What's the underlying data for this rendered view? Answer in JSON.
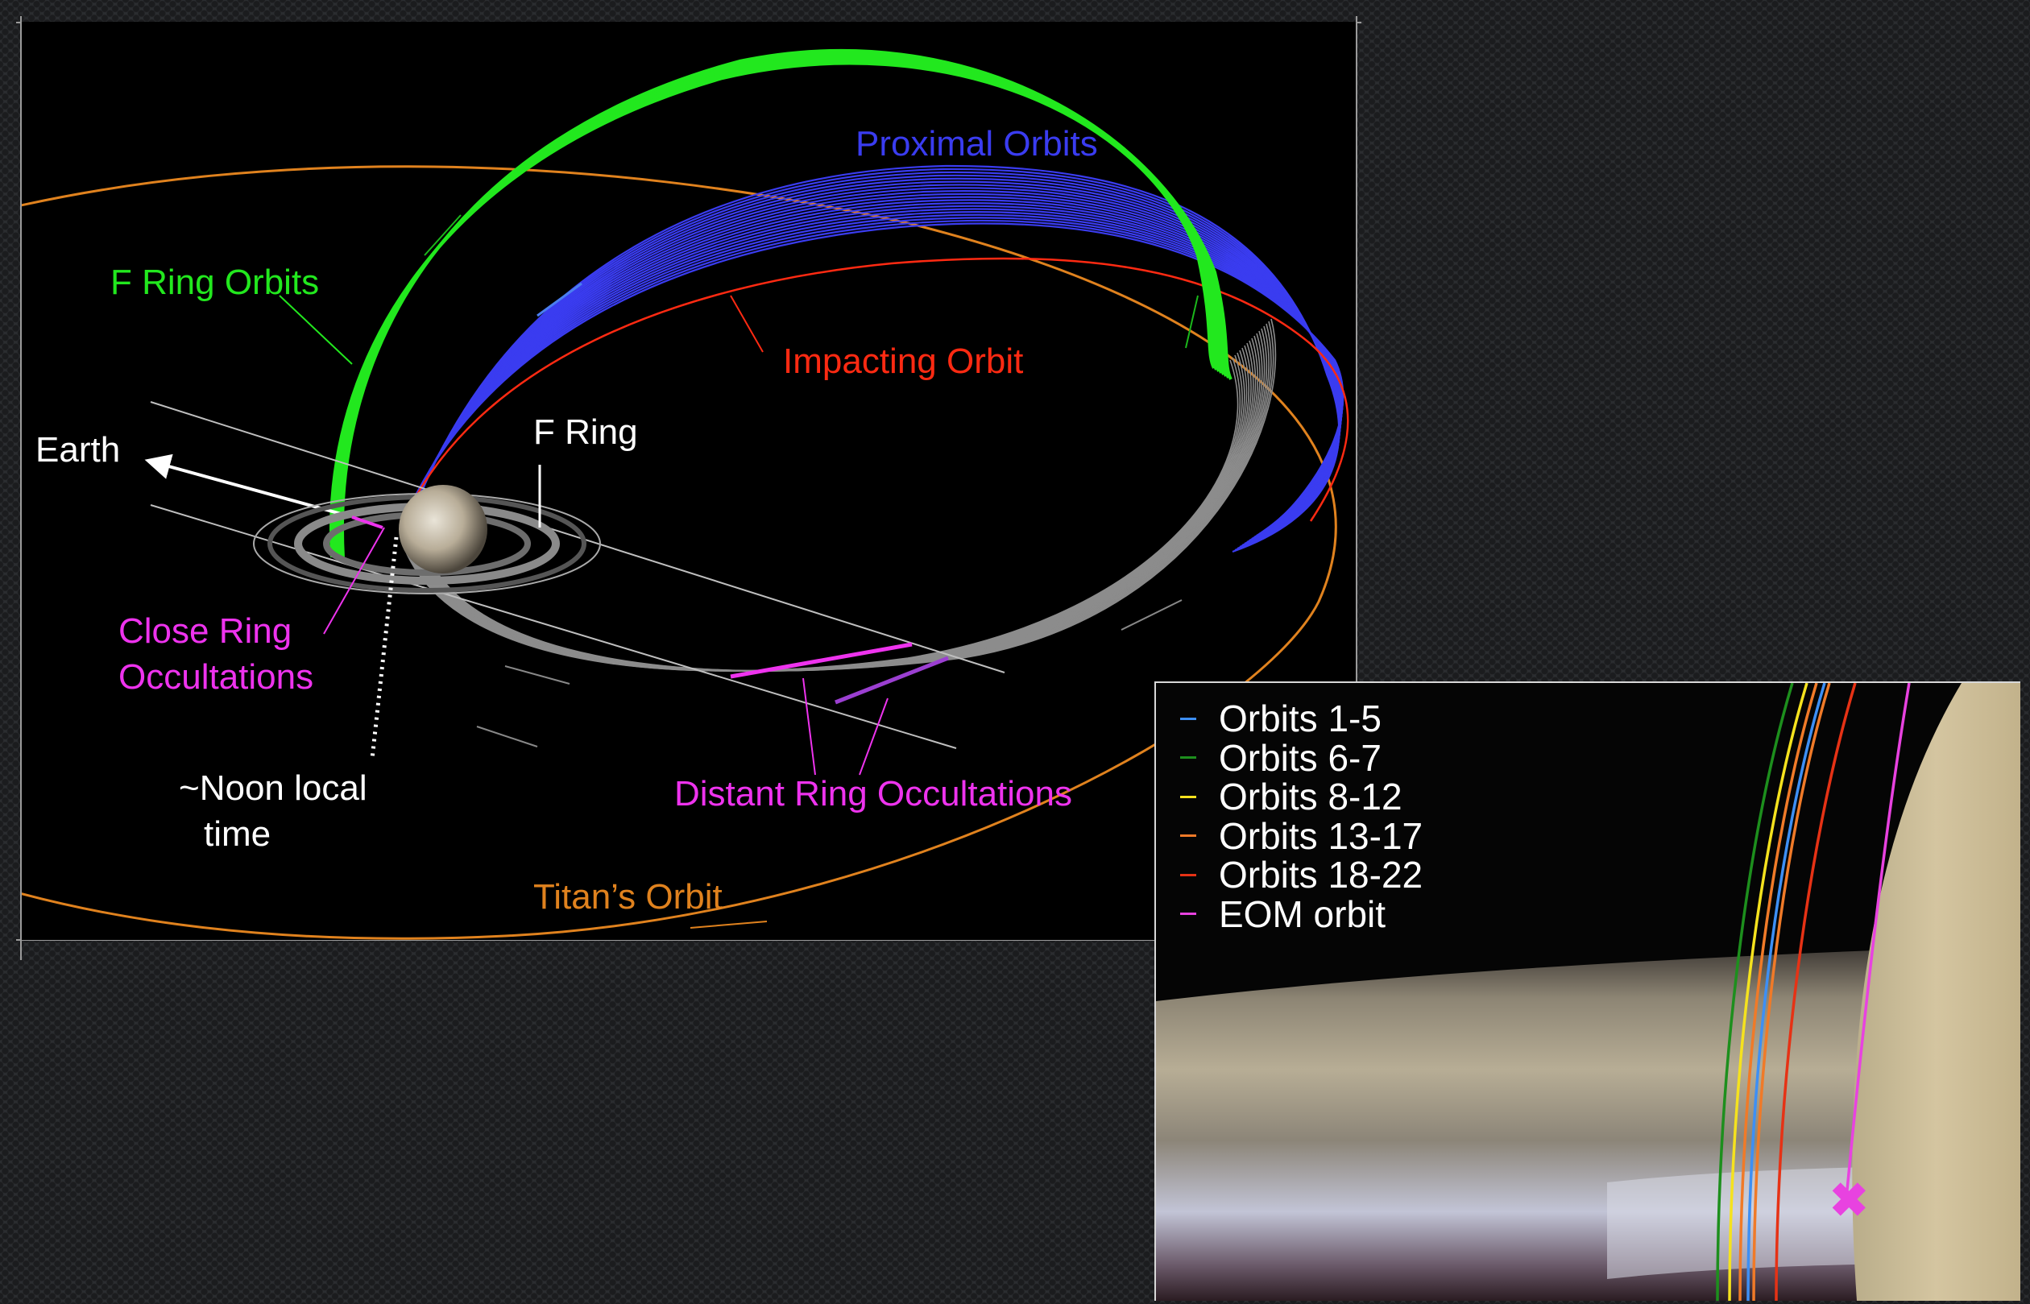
{
  "diagram": {
    "labels": {
      "proximal_orbits": "Proximal Orbits",
      "f_ring_orbits": "F Ring Orbits",
      "impacting_orbit": "Impacting Orbit",
      "earth": "Earth",
      "f_ring": "F Ring",
      "close_ring_occultations_line1": "Close Ring",
      "close_ring_occultations_line2": "Occultations",
      "noon_line1": "~Noon local",
      "noon_line2": "time",
      "distant_ring_occultations": "Distant Ring Occultations",
      "titans_orbit": "Titan’s Orbit"
    },
    "colors": {
      "proximal": "#3a3cf0",
      "f_ring_orbit": "#22e81e",
      "impacting": "#ff2a12",
      "occultation": "#ee33ee",
      "titan": "#e0821e",
      "earth": "#ffffff",
      "grey_orbit": "#8c8c8c"
    }
  },
  "inset": {
    "legend": [
      {
        "label": "Orbits 1-5",
        "color": "#3d8ff5"
      },
      {
        "label": "Orbits 6-7",
        "color": "#1d8f1d"
      },
      {
        "label": "Orbits 8-12",
        "color": "#f5e21e"
      },
      {
        "label": "Orbits 13-17",
        "color": "#f07a28"
      },
      {
        "label": "Orbits 18-22",
        "color": "#e63215"
      },
      {
        "label": "EOM orbit",
        "color": "#e842e0"
      }
    ],
    "end_marker": "magenta-x-marker"
  }
}
